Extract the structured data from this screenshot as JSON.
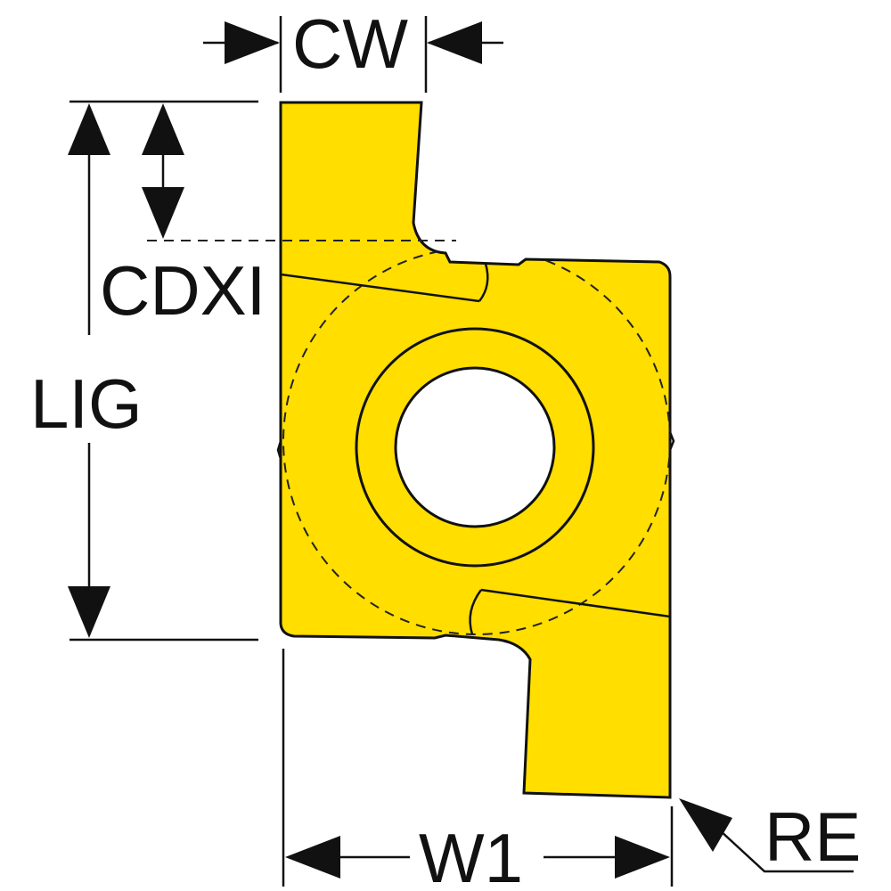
{
  "labels": {
    "cw": "CW",
    "cdxi": "CDXI",
    "lig": "LIG",
    "w1": "W1",
    "re": "RE"
  },
  "colors": {
    "insert": "#FFDE00",
    "line": "#111111",
    "hole": "#FFFFFF"
  }
}
